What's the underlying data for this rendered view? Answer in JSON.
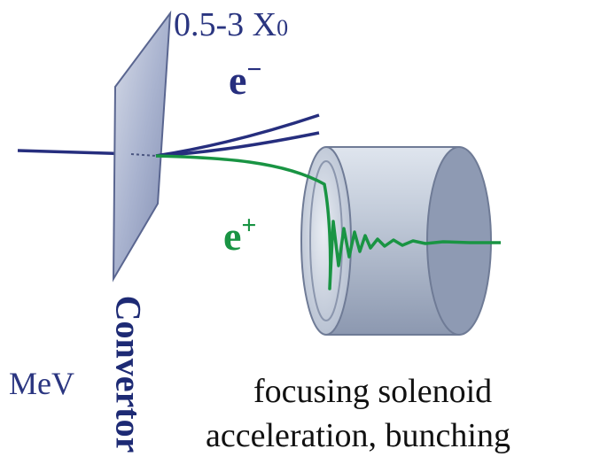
{
  "labels": {
    "thickness_main": "0.5-3 X",
    "thickness_sub": "0",
    "electron_base": "e",
    "electron_sign": "−",
    "positron_base": "e",
    "positron_sign": "+",
    "beam_energy": "MeV",
    "converter": "Convertor",
    "solenoid_line1": "focusing solenoid",
    "solenoid_line2": "acceleration, bunching"
  },
  "colors": {
    "electron": "#262e7e",
    "positron": "#199443",
    "converter_plate": "#9ba6c6",
    "solenoid": "#aab6c9",
    "text": "#111111"
  }
}
